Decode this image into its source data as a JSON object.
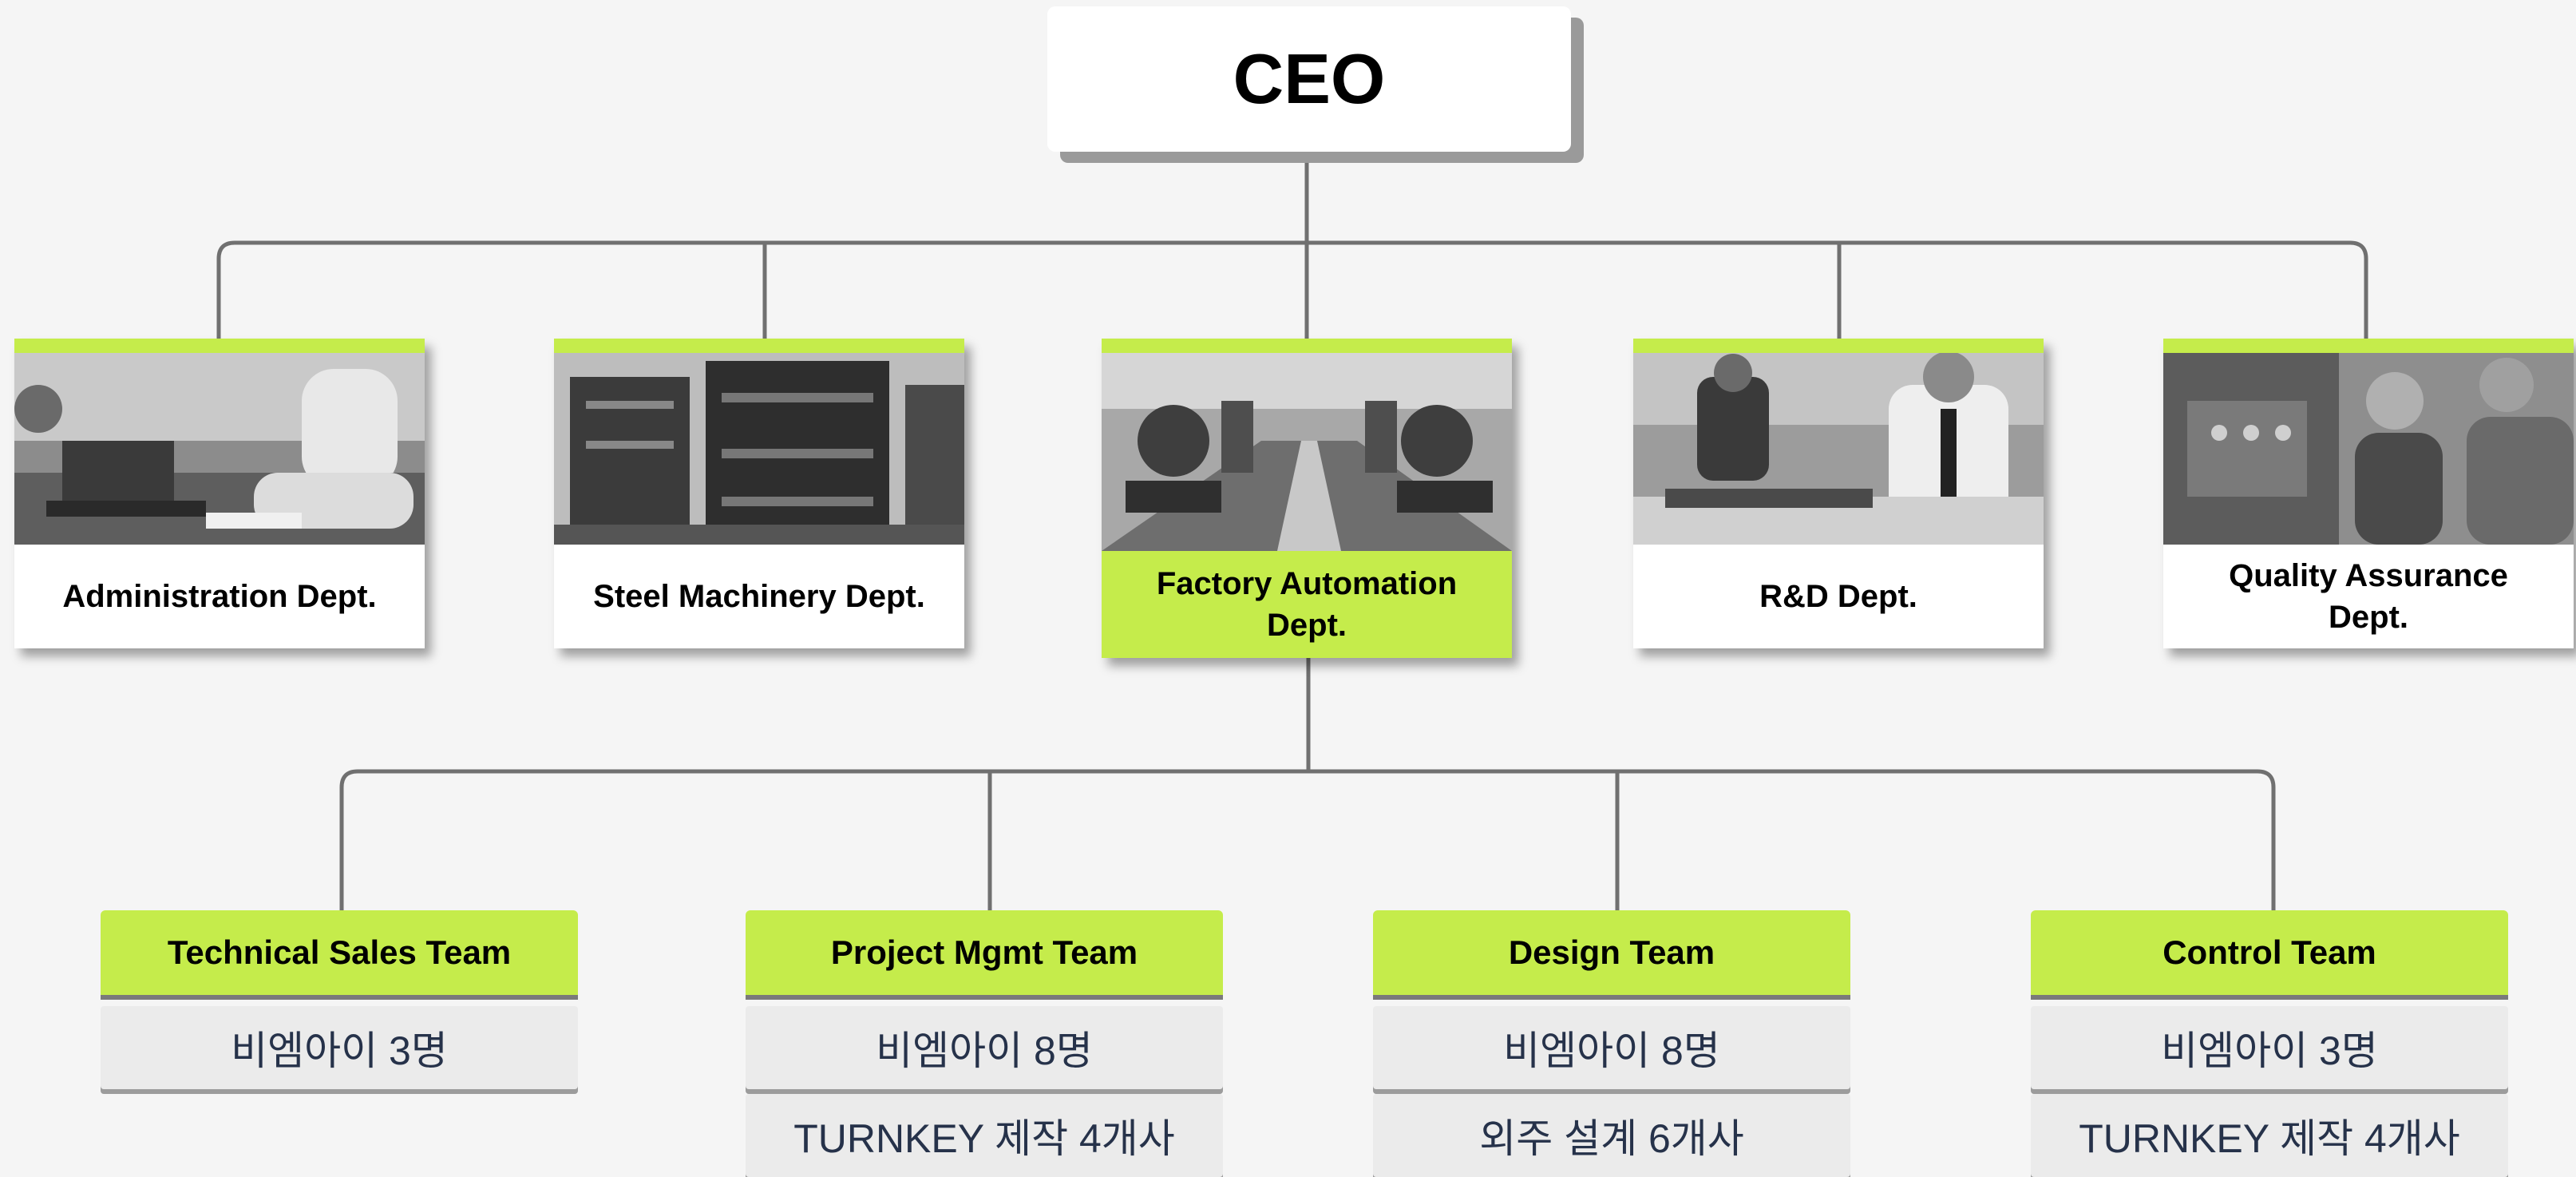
{
  "ceo": {
    "title": "CEO"
  },
  "departments": [
    {
      "label": "Administration Dept.",
      "image": "office-desk-photo",
      "highlighted": false
    },
    {
      "label": "Steel Machinery Dept.",
      "image": "steel-machinery-photo",
      "highlighted": false
    },
    {
      "label": "Factory Automation Dept.",
      "image": "robotic-assembly-line-photo",
      "highlighted": true
    },
    {
      "label": "R&D Dept.",
      "image": "lab-engineer-photo",
      "highlighted": false
    },
    {
      "label": "Quality Assurance Dept.",
      "image": "quality-inspection-photo",
      "highlighted": false
    }
  ],
  "teams": [
    {
      "title": "Technical Sales Team",
      "rows": [
        "비엠아이 3명"
      ]
    },
    {
      "title": "Project Mgmt Team",
      "rows": [
        "비엠아이 8명",
        "TURNKEY 제작 4개사"
      ]
    },
    {
      "title": "Design Team",
      "rows": [
        "비엠아이 8명",
        "외주 설계 6개사"
      ]
    },
    {
      "title": "Control Team",
      "rows": [
        "비엠아이 3명",
        "TURNKEY 제작 4개사"
      ]
    }
  ],
  "colors": {
    "accent": "#c5ec4b",
    "connector": "#707070",
    "background": "#f5f5f5"
  }
}
